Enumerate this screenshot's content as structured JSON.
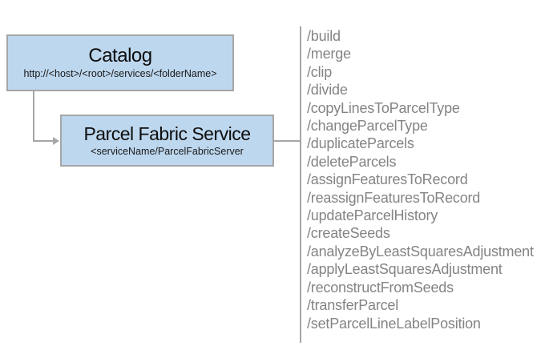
{
  "diagram": {
    "nodes": [
      {
        "id": "catalog",
        "title": "Catalog",
        "subtitle": "http://<host>/<root>/services/<folderName>"
      },
      {
        "id": "parcel-fabric-service",
        "title": "Parcel Fabric Service",
        "subtitle": "<serviceName/ParcelFabricServer"
      }
    ],
    "connectors": [
      {
        "from": "catalog",
        "to": "parcel-fabric-service",
        "type": "elbow-arrow"
      },
      {
        "from": "parcel-fabric-service",
        "to": "endpoints-divider",
        "type": "straight-line"
      }
    ],
    "colors": {
      "node_fill": "#bdd7ee",
      "node_border": "#a6a6a6",
      "connector": "#a6a6a6",
      "title_text": "#0d0d0d",
      "endpoint_text": "#848484",
      "background": "#ffffff"
    }
  },
  "endpoints": {
    "items": [
      "/build",
      "/merge",
      "/clip",
      "/divide",
      "/copyLinesToParcelType",
      "/changeParcelType",
      "/duplicateParcels",
      "/deleteParcels",
      "/assignFeaturesToRecord",
      "/reassignFeaturesToRecord",
      "/updateParcelHistory",
      "/createSeeds",
      "/analyzeByLeastSquaresAdjustment",
      "/applyLeastSquaresAdjustment",
      "/reconstructFromSeeds",
      "/transferParcel",
      "/setParcelLineLabelPosition"
    ]
  }
}
